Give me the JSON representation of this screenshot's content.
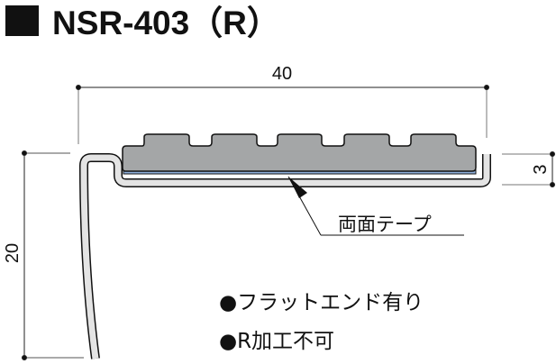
{
  "title": "NSR-403（R）",
  "dimensions": {
    "width": "40",
    "height": "20",
    "thickness": "3"
  },
  "callout": "両面テープ",
  "notes": [
    "●フラットエンド有り",
    "●R加工不可"
  ],
  "colors": {
    "tile": "#a4a6a7",
    "tape": "#8fb0dc",
    "metal": "#e4e4e4"
  }
}
